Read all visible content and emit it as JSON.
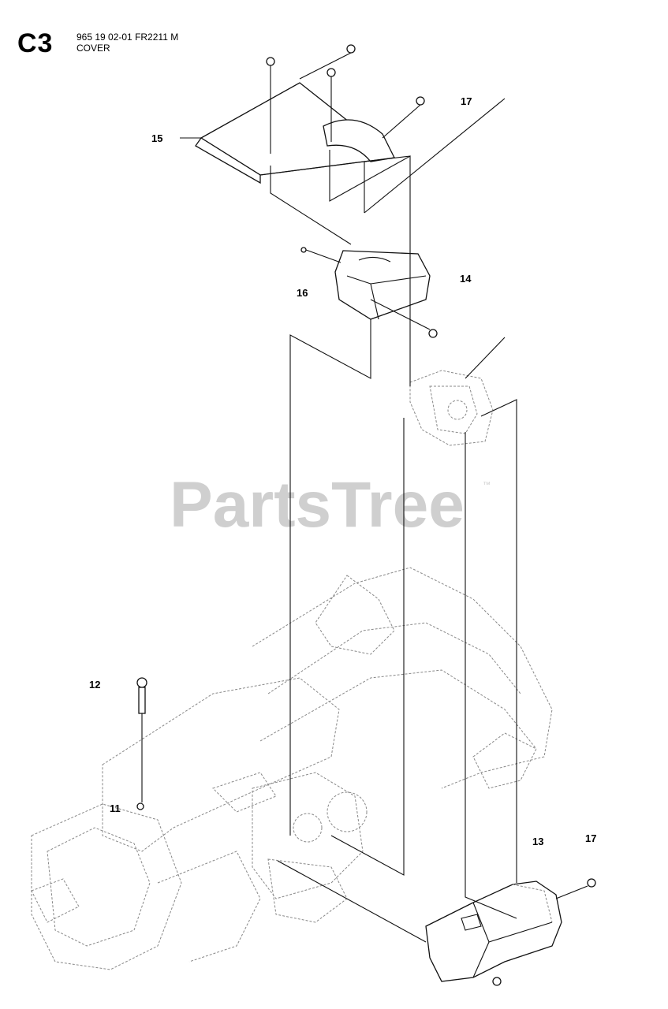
{
  "header": {
    "section": "C3",
    "part_number_model": "965 19 02-01 FR2211 M",
    "assembly_name": "COVER"
  },
  "watermark": {
    "text": "PartsTree",
    "trademark": "™"
  },
  "callouts": [
    {
      "id": "c15",
      "label": "15"
    },
    {
      "id": "c17a",
      "label": "17"
    },
    {
      "id": "c14",
      "label": "14"
    },
    {
      "id": "c16",
      "label": "16"
    },
    {
      "id": "c12",
      "label": "12"
    },
    {
      "id": "c11",
      "label": "11"
    },
    {
      "id": "c13",
      "label": "13"
    },
    {
      "id": "c17b",
      "label": "17"
    }
  ]
}
